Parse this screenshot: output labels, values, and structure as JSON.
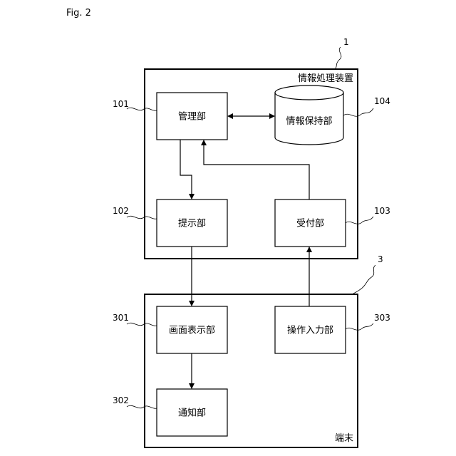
{
  "figure_label": "Fig. 2",
  "info_processing_device": {
    "title": "情報処理装置",
    "ref": "1"
  },
  "terminal": {
    "title": "端末",
    "ref": "3"
  },
  "blocks": {
    "management": {
      "label": "管理部",
      "ref": "101"
    },
    "presentation": {
      "label": "提示部",
      "ref": "102"
    },
    "reception": {
      "label": "受付部",
      "ref": "103"
    },
    "storage": {
      "label": "情報保持部",
      "ref": "104"
    },
    "screen_display": {
      "label": "画面表示部",
      "ref": "301"
    },
    "notification": {
      "label": "通知部",
      "ref": "302"
    },
    "operation_input": {
      "label": "操作入力部",
      "ref": "303"
    }
  }
}
